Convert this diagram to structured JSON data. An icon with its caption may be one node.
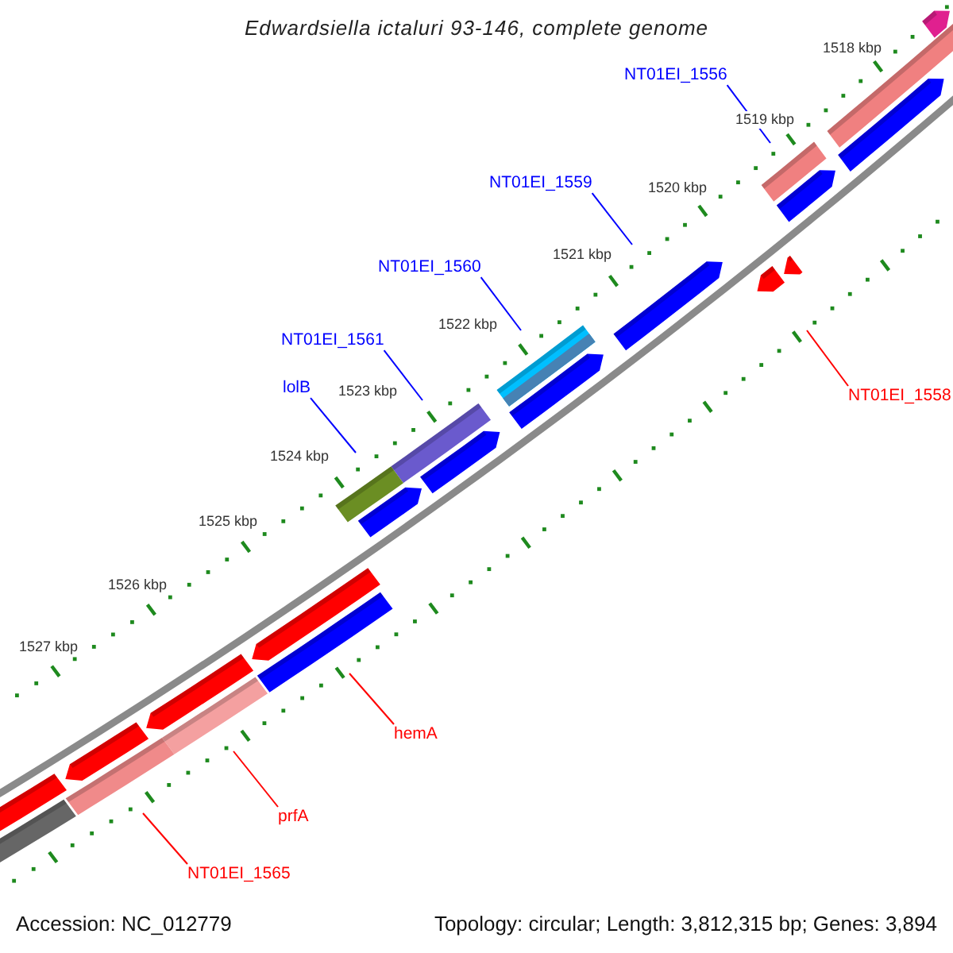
{
  "diagram": {
    "title": "Edwardsiella ictaluri 93-146, complete genome",
    "nodes": [
      {
        "text": [
          "NT01EI_1556"
        ]
      },
      {
        "text": [
          "NT01EI_1559"
        ]
      },
      {
        "text": [
          "NT01EI_1560"
        ]
      },
      {
        "text": [
          "NT01EI_1561"
        ]
      },
      {
        "text": [
          "lolB"
        ]
      },
      {
        "text": [
          "NT01EI_1558"
        ]
      },
      {
        "text": [
          "hemA"
        ]
      },
      {
        "text": [
          "prfA"
        ]
      },
      {
        "text": [
          "NT01EI_1565"
        ]
      }
    ],
    "edges": [
      {
        "from": 0,
        "to": null,
        "arrow": "none"
      },
      {
        "from": 1,
        "to": null,
        "arrow": "none"
      },
      {
        "from": 2,
        "to": null,
        "arrow": "none"
      },
      {
        "from": 3,
        "to": null,
        "arrow": "none"
      },
      {
        "from": 4,
        "to": null,
        "arrow": "none"
      },
      {
        "from": 5,
        "to": null,
        "arrow": "none",
        "color": "#ff0000"
      },
      {
        "from": 6,
        "to": null,
        "arrow": "none",
        "color": "#ff0000"
      },
      {
        "from": 7,
        "to": null,
        "arrow": "none",
        "color": "#ff0000"
      },
      {
        "from": 8,
        "to": null,
        "arrow": "none",
        "color": "#ff0000"
      }
    ],
    "labels": [
      "1518 kbp",
      "1519 kbp",
      "1520 kbp",
      "1521 kbp",
      "1522 kbp",
      "1523 kbp",
      "1524 kbp",
      "1525 kbp",
      "1526 kbp",
      "1527 kbp",
      "Accession: NC_012779",
      "Topology: circular; Length: 3,812,315 bp; Genes: 3,894"
    ]
  }
}
